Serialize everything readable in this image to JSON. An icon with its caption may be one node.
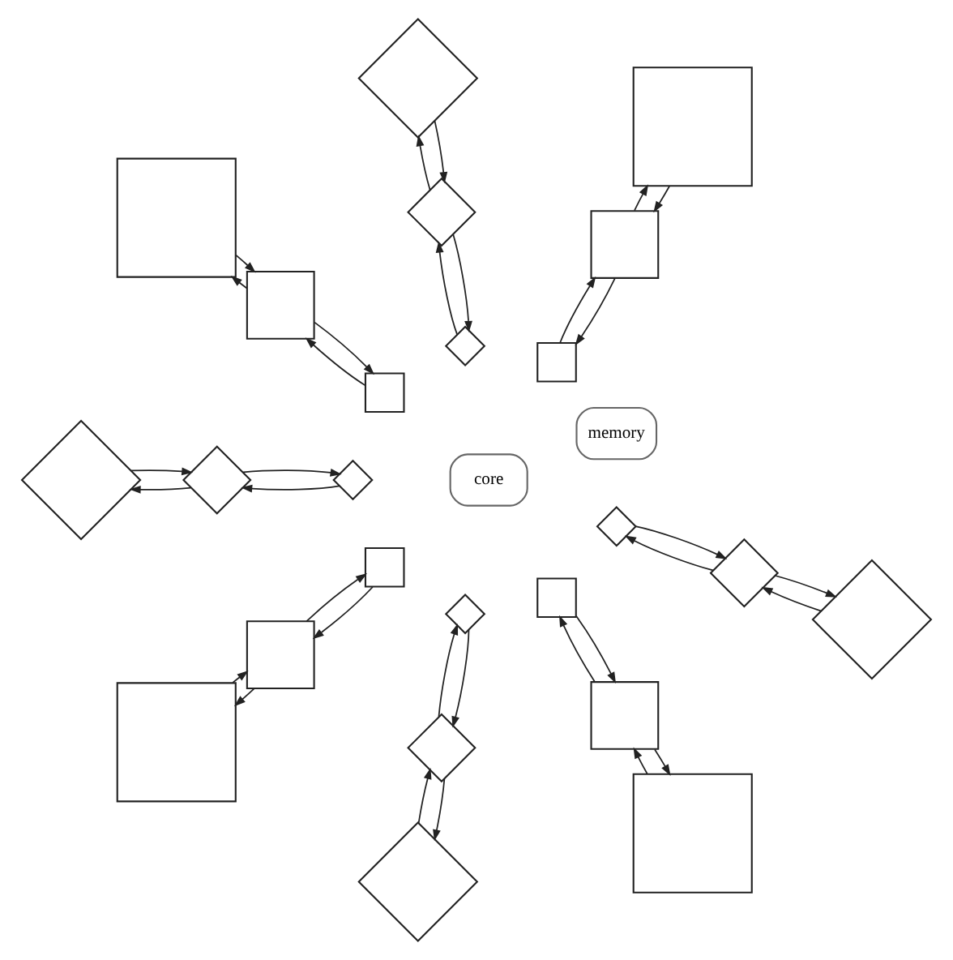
{
  "diagram": {
    "nodes": [
      {
        "text": [
          "core"
        ]
      },
      {
        "text": [
          "memory"
        ]
      },
      {
        "text": [],
        "shape": "box"
      },
      {
        "text": [],
        "shape": "box"
      },
      {
        "text": [],
        "shape": "box"
      },
      {
        "text": [],
        "shape": "diamond"
      },
      {
        "text": [],
        "shape": "diamond"
      },
      {
        "text": [],
        "shape": "diamond"
      },
      {
        "text": [],
        "shape": "box"
      },
      {
        "text": [],
        "shape": "box"
      },
      {
        "text": [],
        "shape": "box"
      },
      {
        "text": [],
        "shape": "diamond"
      },
      {
        "text": [],
        "shape": "diamond"
      },
      {
        "text": [],
        "shape": "diamond"
      },
      {
        "text": [],
        "shape": "box"
      },
      {
        "text": [],
        "shape": "box"
      },
      {
        "text": [],
        "shape": "box"
      },
      {
        "text": [],
        "shape": "diamond"
      },
      {
        "text": [],
        "shape": "diamond"
      },
      {
        "text": [],
        "shape": "diamond"
      },
      {
        "text": [],
        "shape": "box"
      },
      {
        "text": [],
        "shape": "box"
      },
      {
        "text": [],
        "shape": "box"
      },
      {
        "text": [],
        "shape": "diamond"
      },
      {
        "text": [],
        "shape": "diamond"
      },
      {
        "text": [],
        "shape": "diamond"
      }
    ],
    "edges": [
      {
        "from": 4,
        "to": 3,
        "arrow": "to"
      },
      {
        "from": 3,
        "to": 4,
        "arrow": "to"
      },
      {
        "from": 3,
        "to": 2,
        "arrow": "to"
      },
      {
        "from": 2,
        "to": 3,
        "arrow": "to"
      },
      {
        "from": 7,
        "to": 6,
        "arrow": "to"
      },
      {
        "from": 6,
        "to": 7,
        "arrow": "to"
      },
      {
        "from": 6,
        "to": 5,
        "arrow": "to"
      },
      {
        "from": 5,
        "to": 6,
        "arrow": "to"
      },
      {
        "from": 10,
        "to": 9,
        "arrow": "to"
      },
      {
        "from": 9,
        "to": 10,
        "arrow": "to"
      },
      {
        "from": 9,
        "to": 8,
        "arrow": "to"
      },
      {
        "from": 8,
        "to": 9,
        "arrow": "to"
      },
      {
        "from": 13,
        "to": 12,
        "arrow": "to"
      },
      {
        "from": 12,
        "to": 13,
        "arrow": "to"
      },
      {
        "from": 12,
        "to": 11,
        "arrow": "to"
      },
      {
        "from": 11,
        "to": 12,
        "arrow": "to"
      },
      {
        "from": 16,
        "to": 15,
        "arrow": "to"
      },
      {
        "from": 15,
        "to": 16,
        "arrow": "to"
      },
      {
        "from": 15,
        "to": 14,
        "arrow": "to"
      },
      {
        "from": 14,
        "to": 15,
        "arrow": "to"
      },
      {
        "from": 19,
        "to": 18,
        "arrow": "to"
      },
      {
        "from": 18,
        "to": 19,
        "arrow": "to"
      },
      {
        "from": 18,
        "to": 17,
        "arrow": "to"
      },
      {
        "from": 17,
        "to": 18,
        "arrow": "to"
      },
      {
        "from": 22,
        "to": 21,
        "arrow": "to"
      },
      {
        "from": 21,
        "to": 22,
        "arrow": "to"
      },
      {
        "from": 21,
        "to": 20,
        "arrow": "to"
      },
      {
        "from": 20,
        "to": 21,
        "arrow": "to"
      },
      {
        "from": 25,
        "to": 24,
        "arrow": "to"
      },
      {
        "from": 24,
        "to": 25,
        "arrow": "to"
      },
      {
        "from": 24,
        "to": 23,
        "arrow": "to"
      },
      {
        "from": 23,
        "to": 24,
        "arrow": "to"
      }
    ]
  }
}
